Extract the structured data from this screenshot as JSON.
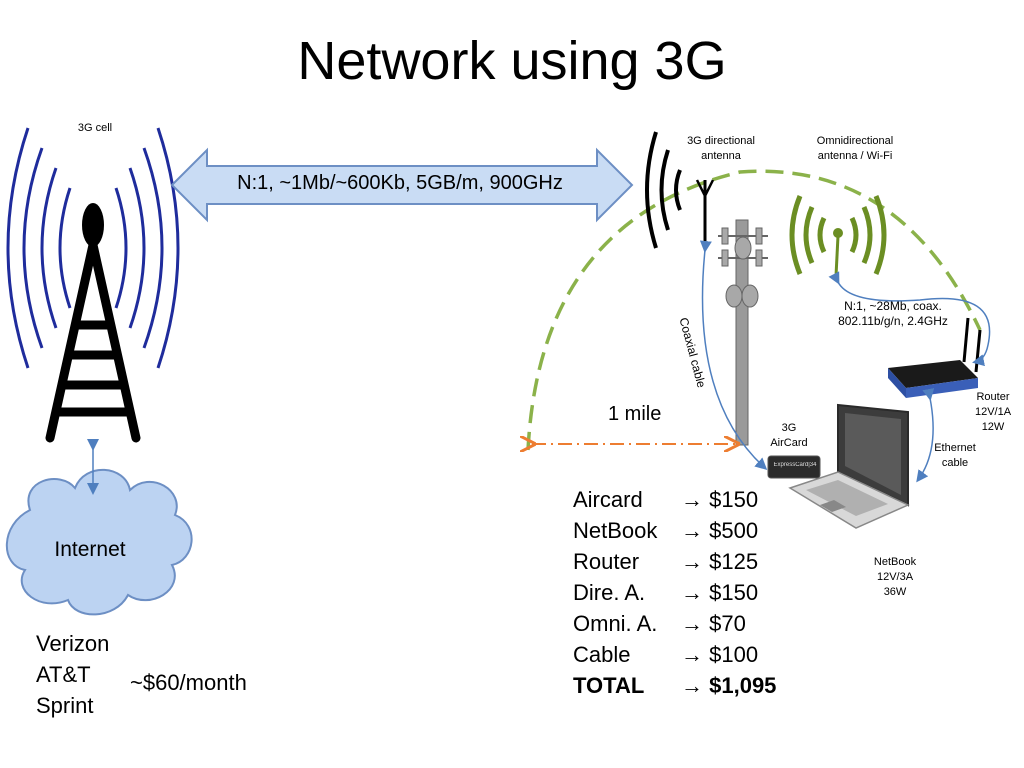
{
  "title": "Network using 3G",
  "labels": {
    "cell": "3G cell",
    "link": "N:1, ~1Mb/~600Kb, 5GB/m, 900GHz",
    "internet": "Internet",
    "directional_line1": "3G directional",
    "directional_line2": "antenna",
    "omni_line1": "Omnidirectional",
    "omni_line2": "antenna / Wi-Fi",
    "wifi_line1": "N:1, ~28Mb, coax.",
    "wifi_line2": "802.11b/g/n, 2.4GHz",
    "coax": "Coaxial cable",
    "router_line1": "Router",
    "router_line2": "12V/1A",
    "router_line3": "12W",
    "ethernet_line1": "Ethernet",
    "ethernet_line2": "cable",
    "aircard_line1": "3G",
    "aircard_line2": "AirCard",
    "netbook_line1": "NetBook",
    "netbook_line2": "12V/3A",
    "netbook_line3": "36W",
    "mile": "1 mile",
    "card_text": "ExpressCard|34"
  },
  "carriers": [
    "Verizon",
    "AT&T",
    "Sprint"
  ],
  "monthly_price": "~$60/month",
  "costs": [
    {
      "item": "Aircard",
      "price": "$150"
    },
    {
      "item": "NetBook",
      "price": "$500"
    },
    {
      "item": "Router",
      "price": "$125"
    },
    {
      "item": "Dire. A.",
      "price": "$150"
    },
    {
      "item": "Omni. A.",
      "price": "$70"
    },
    {
      "item": "Cable",
      "price": "$100"
    },
    {
      "item": "TOTAL",
      "price": "$1,095"
    }
  ],
  "arrow_glyph": "→",
  "colors": {
    "tower": "#000000",
    "signal_blue": "#1f2c9c",
    "link_arrow_fill": "#c9dcf4",
    "link_arrow_stroke": "#6d8fc4",
    "cloud_fill": "#bcd3f2",
    "cloud_stroke": "#6d8fc4",
    "connector_blue": "#4f7fbf",
    "range_green": "#8bb24a",
    "omni_green": "#6b8e23",
    "mile_orange": "#ed7d31",
    "router_blue": "#2d4fa3"
  }
}
